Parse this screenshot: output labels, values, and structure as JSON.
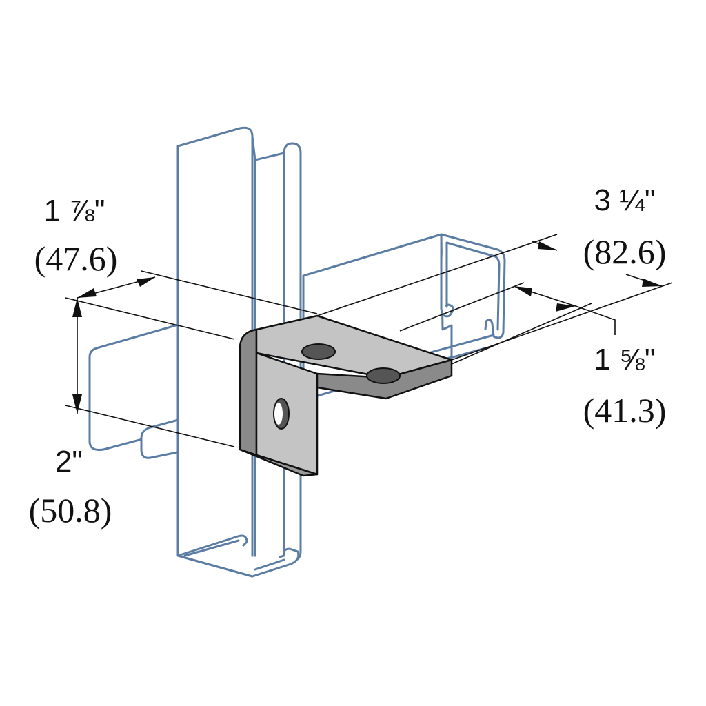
{
  "colors": {
    "channel_outline": "#5c7da3",
    "channel_fill": "#ffffff",
    "bracket_face": "#c4c4c4",
    "bracket_edge": "#8a8a8a",
    "bracket_outline": "#111111",
    "dimension": "#111111"
  },
  "dimensions": {
    "top_left": {
      "inches": "1 ⅞\"",
      "mm": "(47.6)"
    },
    "top_right": {
      "inches": "3 ¼\"",
      "mm": "(82.6)"
    },
    "right": {
      "inches": "1 ⅝\"",
      "mm": "(41.3)"
    },
    "bottom_left": {
      "inches": "2\"",
      "mm": "(50.8)"
    }
  }
}
